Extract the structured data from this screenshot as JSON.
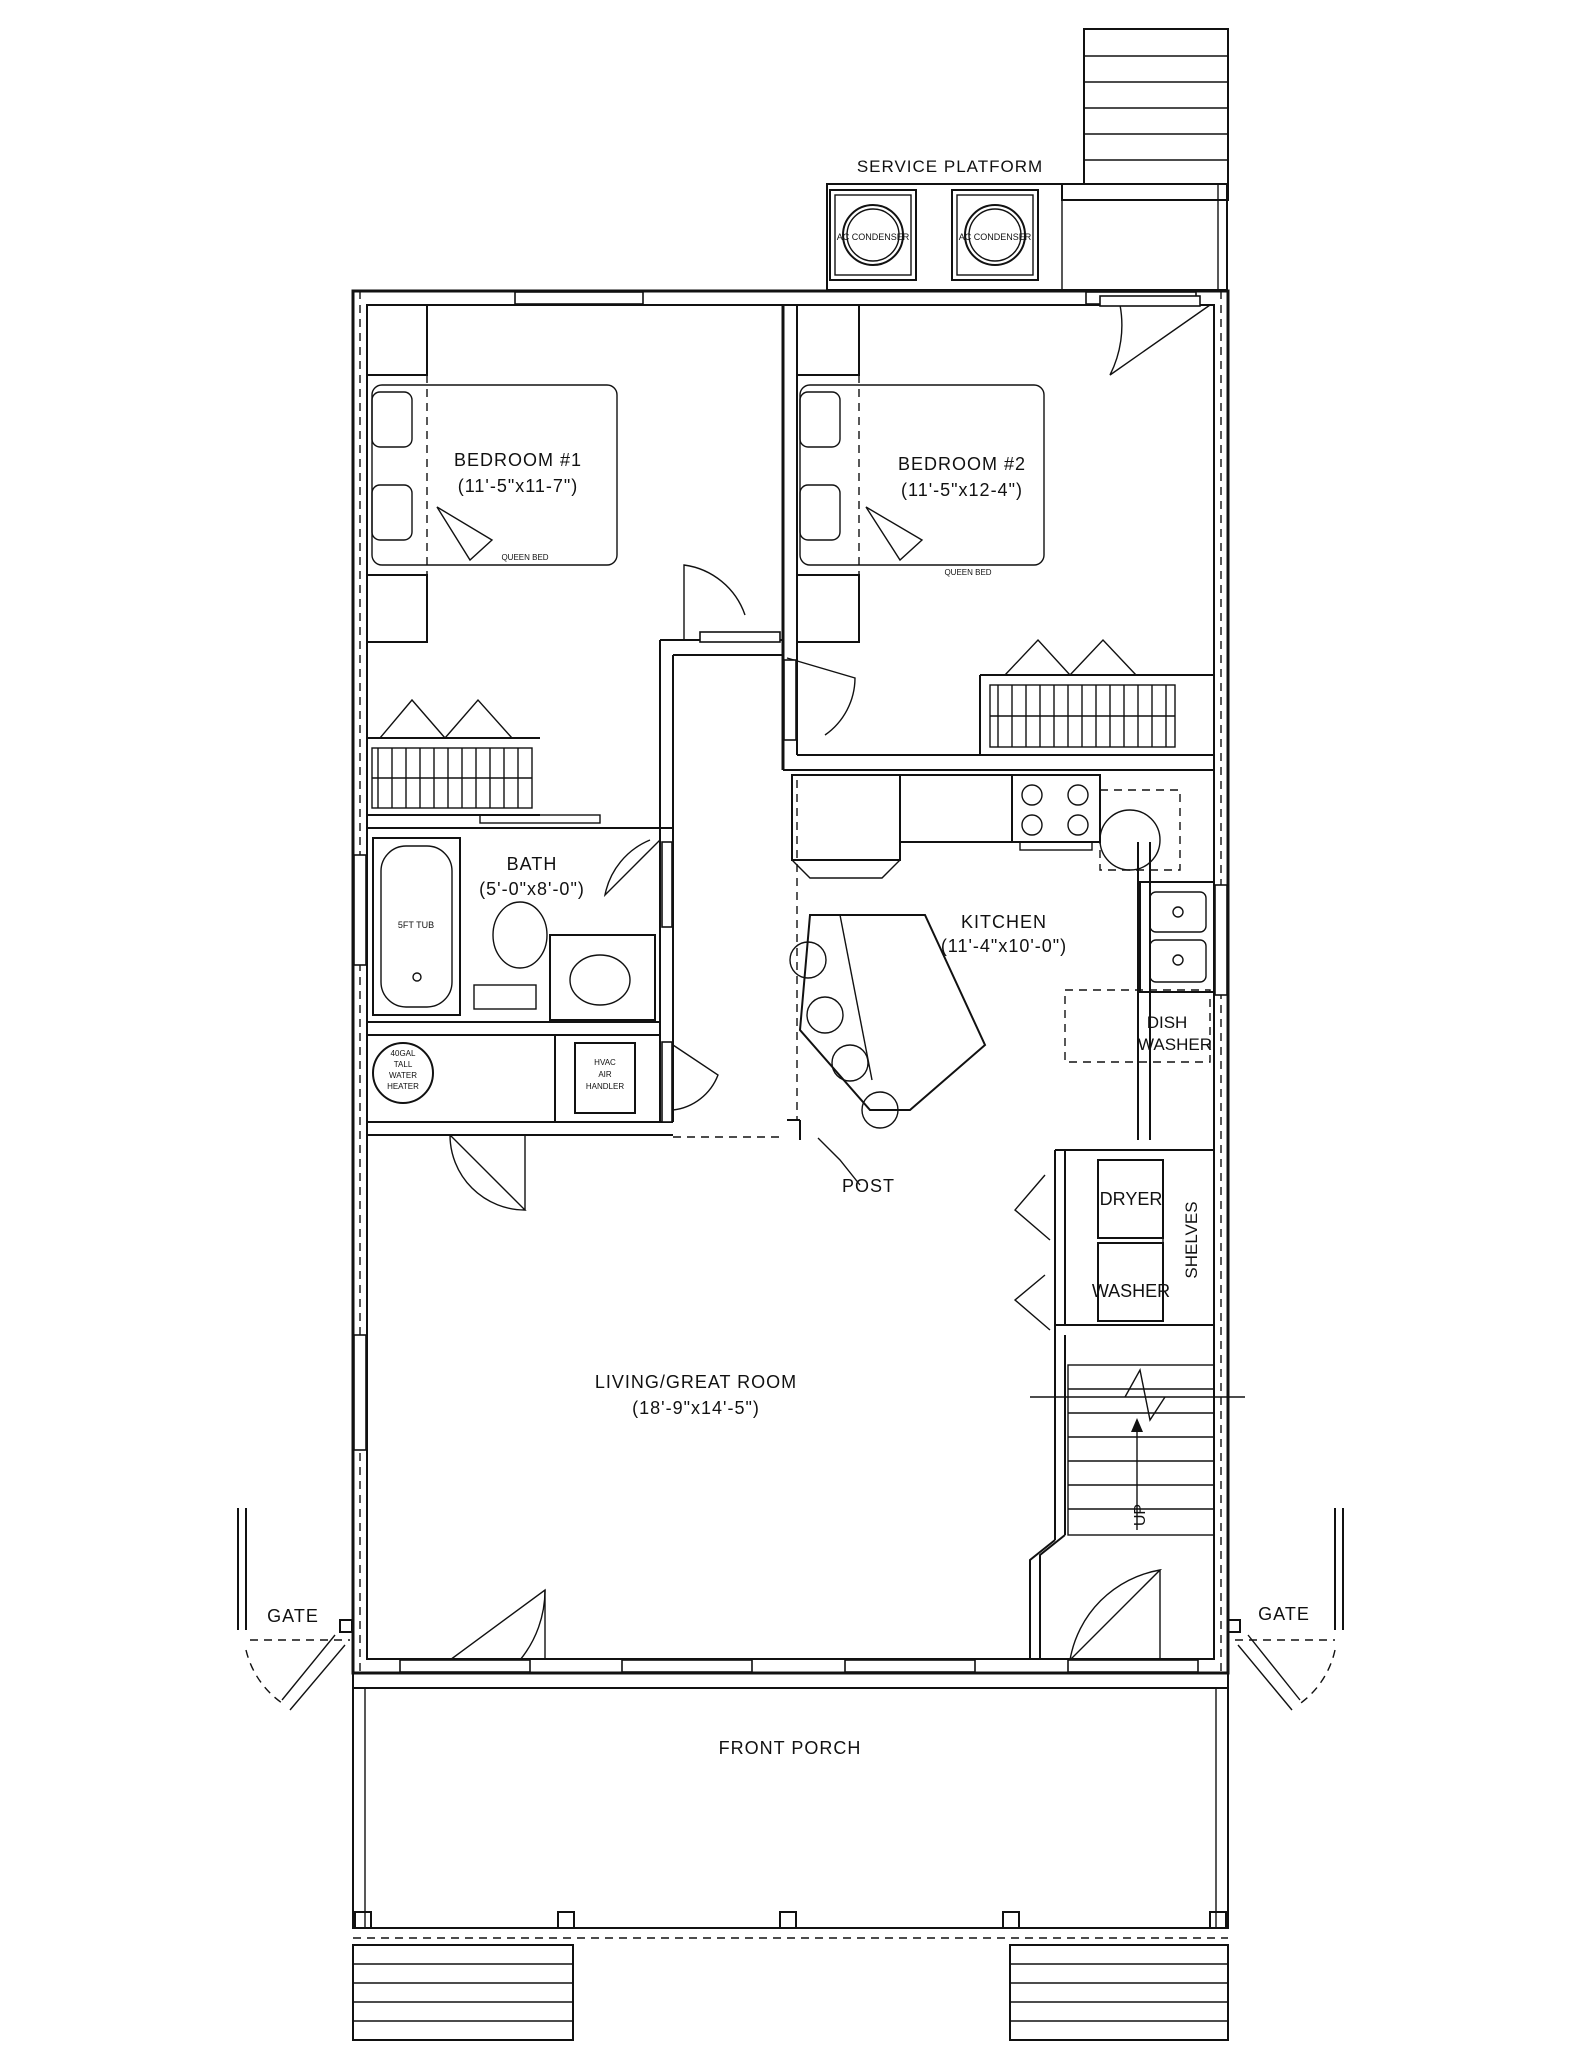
{
  "labels": {
    "service_platform": "SERVICE PLATFORM",
    "ac_condenser_1": "AC CONDENSER",
    "ac_condenser_2": "AC CONDENSER",
    "bedroom1_name": "BEDROOM #1",
    "bedroom1_dim": "(11'-5\"x11-7\")",
    "bedroom1_bed": "QUEEN BED",
    "bedroom2_name": "BEDROOM #2",
    "bedroom2_dim": "(11'-5\"x12-4\")",
    "bedroom2_bed": "QUEEN BED",
    "bath_name": "BATH",
    "bath_dim": "(5'-0\"x8'-0\")",
    "tub": "5FT TUB",
    "water_heater": [
      "40GAL",
      "TALL",
      "WATER",
      "HEATER"
    ],
    "air_handler": [
      "HVAC",
      "AIR",
      "HANDLER"
    ],
    "kitchen_name": "KITCHEN",
    "kitchen_dim": "(11'-4\"x10'-0\")",
    "dishwasher": [
      "DISH",
      "WASHER"
    ],
    "post": "POST",
    "dryer": "DRYER",
    "washer": "WASHER",
    "shelves": "SHELVES",
    "living_name": "LIVING/GREAT ROOM",
    "living_dim": "(18'-9\"x14'-5\")",
    "stair_up": "UP",
    "gate_left": "GATE",
    "gate_right": "GATE",
    "front_porch": "FRONT PORCH"
  }
}
